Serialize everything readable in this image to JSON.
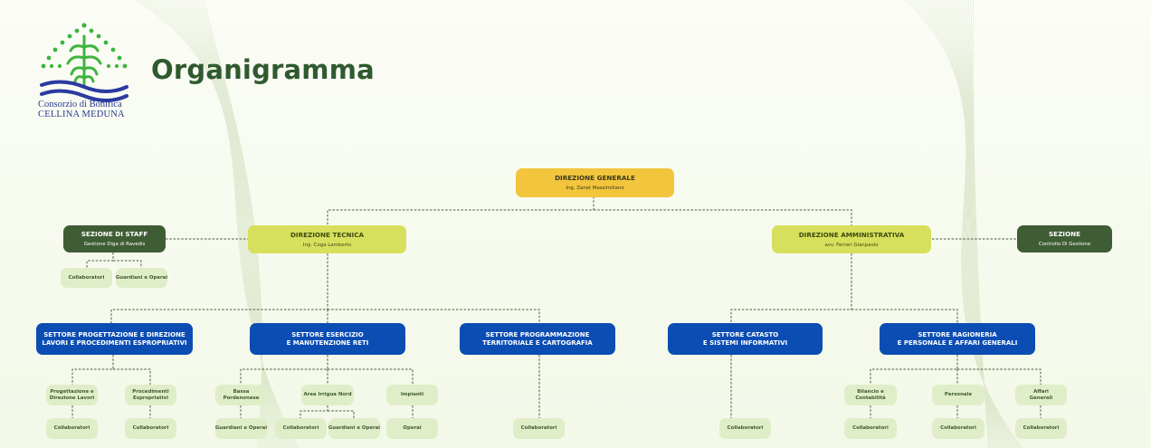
{
  "title": "Organigramma",
  "logo": {
    "line1": "Consorzio di Bonifica",
    "line2": "CELLINA MEDUNA"
  },
  "colors": {
    "title": "#2f5a2f",
    "generale": "#f2c53d",
    "direzione": "#d7e05c",
    "staff": "#3f5d34",
    "settore": "#0b4db3",
    "unit": "#dfeec8"
  },
  "boxes": {
    "generale": {
      "title": "DIREZIONE GENERALE",
      "sub": "Ing. Zanet Massimiliano"
    },
    "tecnica": {
      "title": "DIREZIONE TECNICA",
      "sub": "Ing. Coga Lamberto"
    },
    "amministrativa": {
      "title": "DIREZIONE AMMINISTRATIVA",
      "sub": "avv. Ferrari Gianpaolo"
    },
    "staff": {
      "title": "SEZIONE DI STAFF",
      "sub": "Gestione Diga di Ravedis"
    },
    "sezione": {
      "title": "SEZIONE",
      "sub": "Controllo Di Gestione"
    },
    "staff_collab": "Collaboratori",
    "staff_guard": "Guardiani e Operai",
    "settore1": {
      "line1": "SETTORE PROGETTAZIONE  E DIREZIONE",
      "line2": "LAVORI E PROCEDIMENTI ESPROPRIATIVI"
    },
    "settore2": {
      "line1": "SETTORE ESERCIZIO",
      "line2": "E MANUTENZIONE RETI"
    },
    "settore3": {
      "line1": "SETTORE PROGRAMMAZIONE",
      "line2": "TERRITORIALE E CARTOGRAFIA"
    },
    "settore4": {
      "line1": "SETTORE  CATASTO",
      "line2": "E SISTEMI INFORMATIVI"
    },
    "settore5": {
      "line1": "SETTORE RAGIONERIA",
      "line2": "E PERSONALE E AFFARI GENERALI"
    },
    "s1_prog": {
      "line1": "Progettazione e",
      "line2": "Direzione Lavori"
    },
    "s1_proc": {
      "line1": "Procedimenti",
      "line2": "Espropriativi"
    },
    "s1_collab_a": "Collaboratori",
    "s1_collab_b": "Collaboratori",
    "s2_bassa": {
      "line1": "Bassa",
      "line2": "Pordenonese"
    },
    "s2_area": "Area Irrigua Nord",
    "s2_impianti": "Impianti",
    "s2_guard_a": "Guardiani e Operai",
    "s2_collab": "Collaboratori",
    "s2_guard_b": "Guardiani e Operai",
    "s2_operai": "Operai",
    "s3_collab": "Collaboratori",
    "s4_collab": "Collaboratori",
    "s5_bilancio": {
      "line1": "Bilancio e",
      "line2": "Contabilità"
    },
    "s5_personale": "Personale",
    "s5_affari": {
      "line1": "Affari",
      "line2": "Generali"
    },
    "s5_collab_a": "Collaboratori",
    "s5_collab_b": "Collaboratori",
    "s5_collab_c": "Collaboratori"
  }
}
